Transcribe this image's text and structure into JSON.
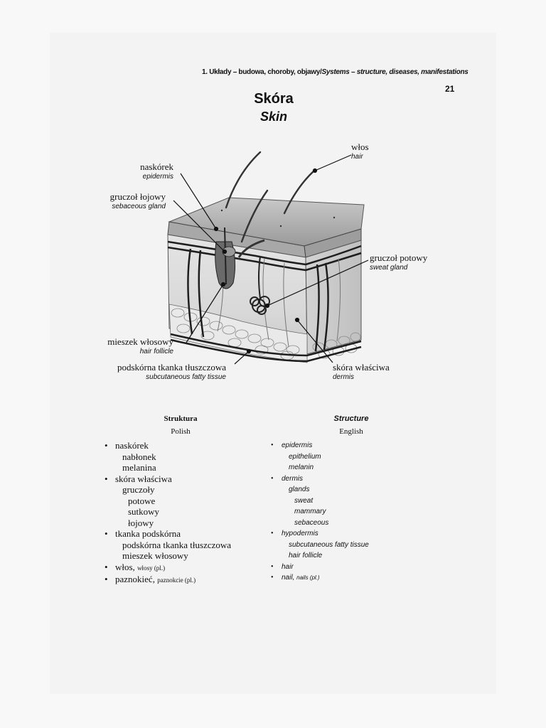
{
  "header": {
    "pl": "1. Układy – budowa, choroby, objawy/",
    "en": "Systems – structure, diseases, manifestations",
    "page_number": "21"
  },
  "title": {
    "pl": "Skóra",
    "en": "Skin"
  },
  "labels": {
    "hair": {
      "pl": "włos",
      "en": "hair"
    },
    "epidermis": {
      "pl": "naskórek",
      "en": "epidermis"
    },
    "sebaceous": {
      "pl": "gruczoł łojowy",
      "en": "sebaceous gland"
    },
    "sweat": {
      "pl": "gruczoł potowy",
      "en": "sweat gland"
    },
    "follicle": {
      "pl": "mieszek włosowy",
      "en": "hair follicle"
    },
    "subcutaneous": {
      "pl": "podskórna tkanka tłuszczowa",
      "en": "subcutaneous fatty tissue"
    },
    "dermis": {
      "pl": "skóra właściwa",
      "en": "dermis"
    }
  },
  "structure": {
    "pl_heading": "Struktura",
    "pl_sub": "Polish",
    "en_heading": "Structure",
    "en_sub": "English",
    "bullet": "•",
    "pl_items": [
      {
        "t": "naskórek",
        "lvl": 0
      },
      {
        "t": "nabłonek",
        "lvl": 1
      },
      {
        "t": "melanina",
        "lvl": 1
      },
      {
        "t": "skóra właściwa",
        "lvl": 0
      },
      {
        "t": "gruczoły",
        "lvl": 1
      },
      {
        "t": "potowe",
        "lvl": 2
      },
      {
        "t": "sutkowy",
        "lvl": 2
      },
      {
        "t": "łojowy",
        "lvl": 2
      },
      {
        "t": "tkanka podskórna",
        "lvl": 0
      },
      {
        "t": "podskórna tkanka tłuszczowa",
        "lvl": 1
      },
      {
        "t": "mieszek włosowy",
        "lvl": 1
      },
      {
        "t": "włos, ",
        "small": "włosy (pl.)",
        "lvl": 0
      },
      {
        "t": "paznokieć, ",
        "small": "paznokcie (pl.)",
        "lvl": 0
      }
    ],
    "en_items": [
      {
        "t": "epidermis",
        "lvl": 0
      },
      {
        "t": "epithelium",
        "lvl": 1
      },
      {
        "t": "melanin",
        "lvl": 1
      },
      {
        "t": "dermis",
        "lvl": 0
      },
      {
        "t": "glands",
        "lvl": 1
      },
      {
        "t": "sweat",
        "lvl": 2
      },
      {
        "t": "mammary",
        "lvl": 2
      },
      {
        "t": "sebaceous",
        "lvl": 2
      },
      {
        "t": "hypodermis",
        "lvl": 0
      },
      {
        "t": "subcutaneous fatty tissue",
        "lvl": 1
      },
      {
        "t": "hair follicle",
        "lvl": 1
      },
      {
        "t": "hair",
        "lvl": 0
      },
      {
        "t": "nail, ",
        "small": "nails (pl.)",
        "lvl": 0
      }
    ]
  }
}
